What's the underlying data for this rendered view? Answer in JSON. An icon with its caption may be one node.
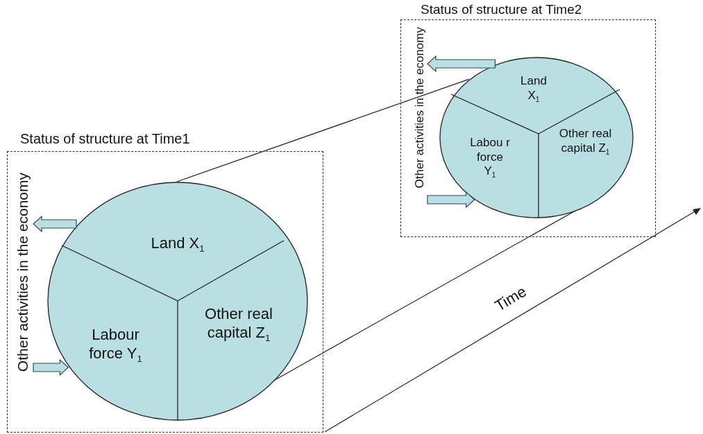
{
  "diagram": {
    "nodes": [
      {
        "text": [
          "Status of structure at Time1"
        ]
      },
      {
        "text": [
          "Other activities in the economy"
        ],
        "in": 0
      },
      {
        "text": [],
        "shape": "circle",
        "in": 0
      },
      {
        "text": [
          "Land X$_{1}$"
        ],
        "in": 2
      },
      {
        "text": [
          "Labour force Y$_{1}$"
        ],
        "in": 2
      },
      {
        "text": [
          "Other real capital Z$_{1}$"
        ],
        "in": 2
      },
      {
        "text": [
          "Status of structure at Time2"
        ]
      },
      {
        "text": [
          "Other activities in the economy"
        ],
        "in": 6
      },
      {
        "text": [],
        "shape": "circle",
        "in": 6
      },
      {
        "text": [
          "Land X$_{1}$"
        ],
        "in": 8
      },
      {
        "text": [
          "Labou r force Y$_{1}$"
        ],
        "in": 8
      },
      {
        "text": [
          "Other real capital Z$_{1}$"
        ],
        "in": 8
      }
    ],
    "edges": [
      {
        "from": 2,
        "to": 1,
        "arrow": "to"
      },
      {
        "from": 1,
        "to": 2,
        "arrow": "to"
      },
      {
        "from": 8,
        "to": 7,
        "arrow": "to"
      },
      {
        "from": 7,
        "to": 8,
        "arrow": "to"
      },
      {
        "from": 2,
        "to": 8,
        "arrow": "none"
      },
      {
        "from": 2,
        "to": 8,
        "arrow": "none"
      }
    ],
    "labels": [
      "Time"
    ]
  }
}
